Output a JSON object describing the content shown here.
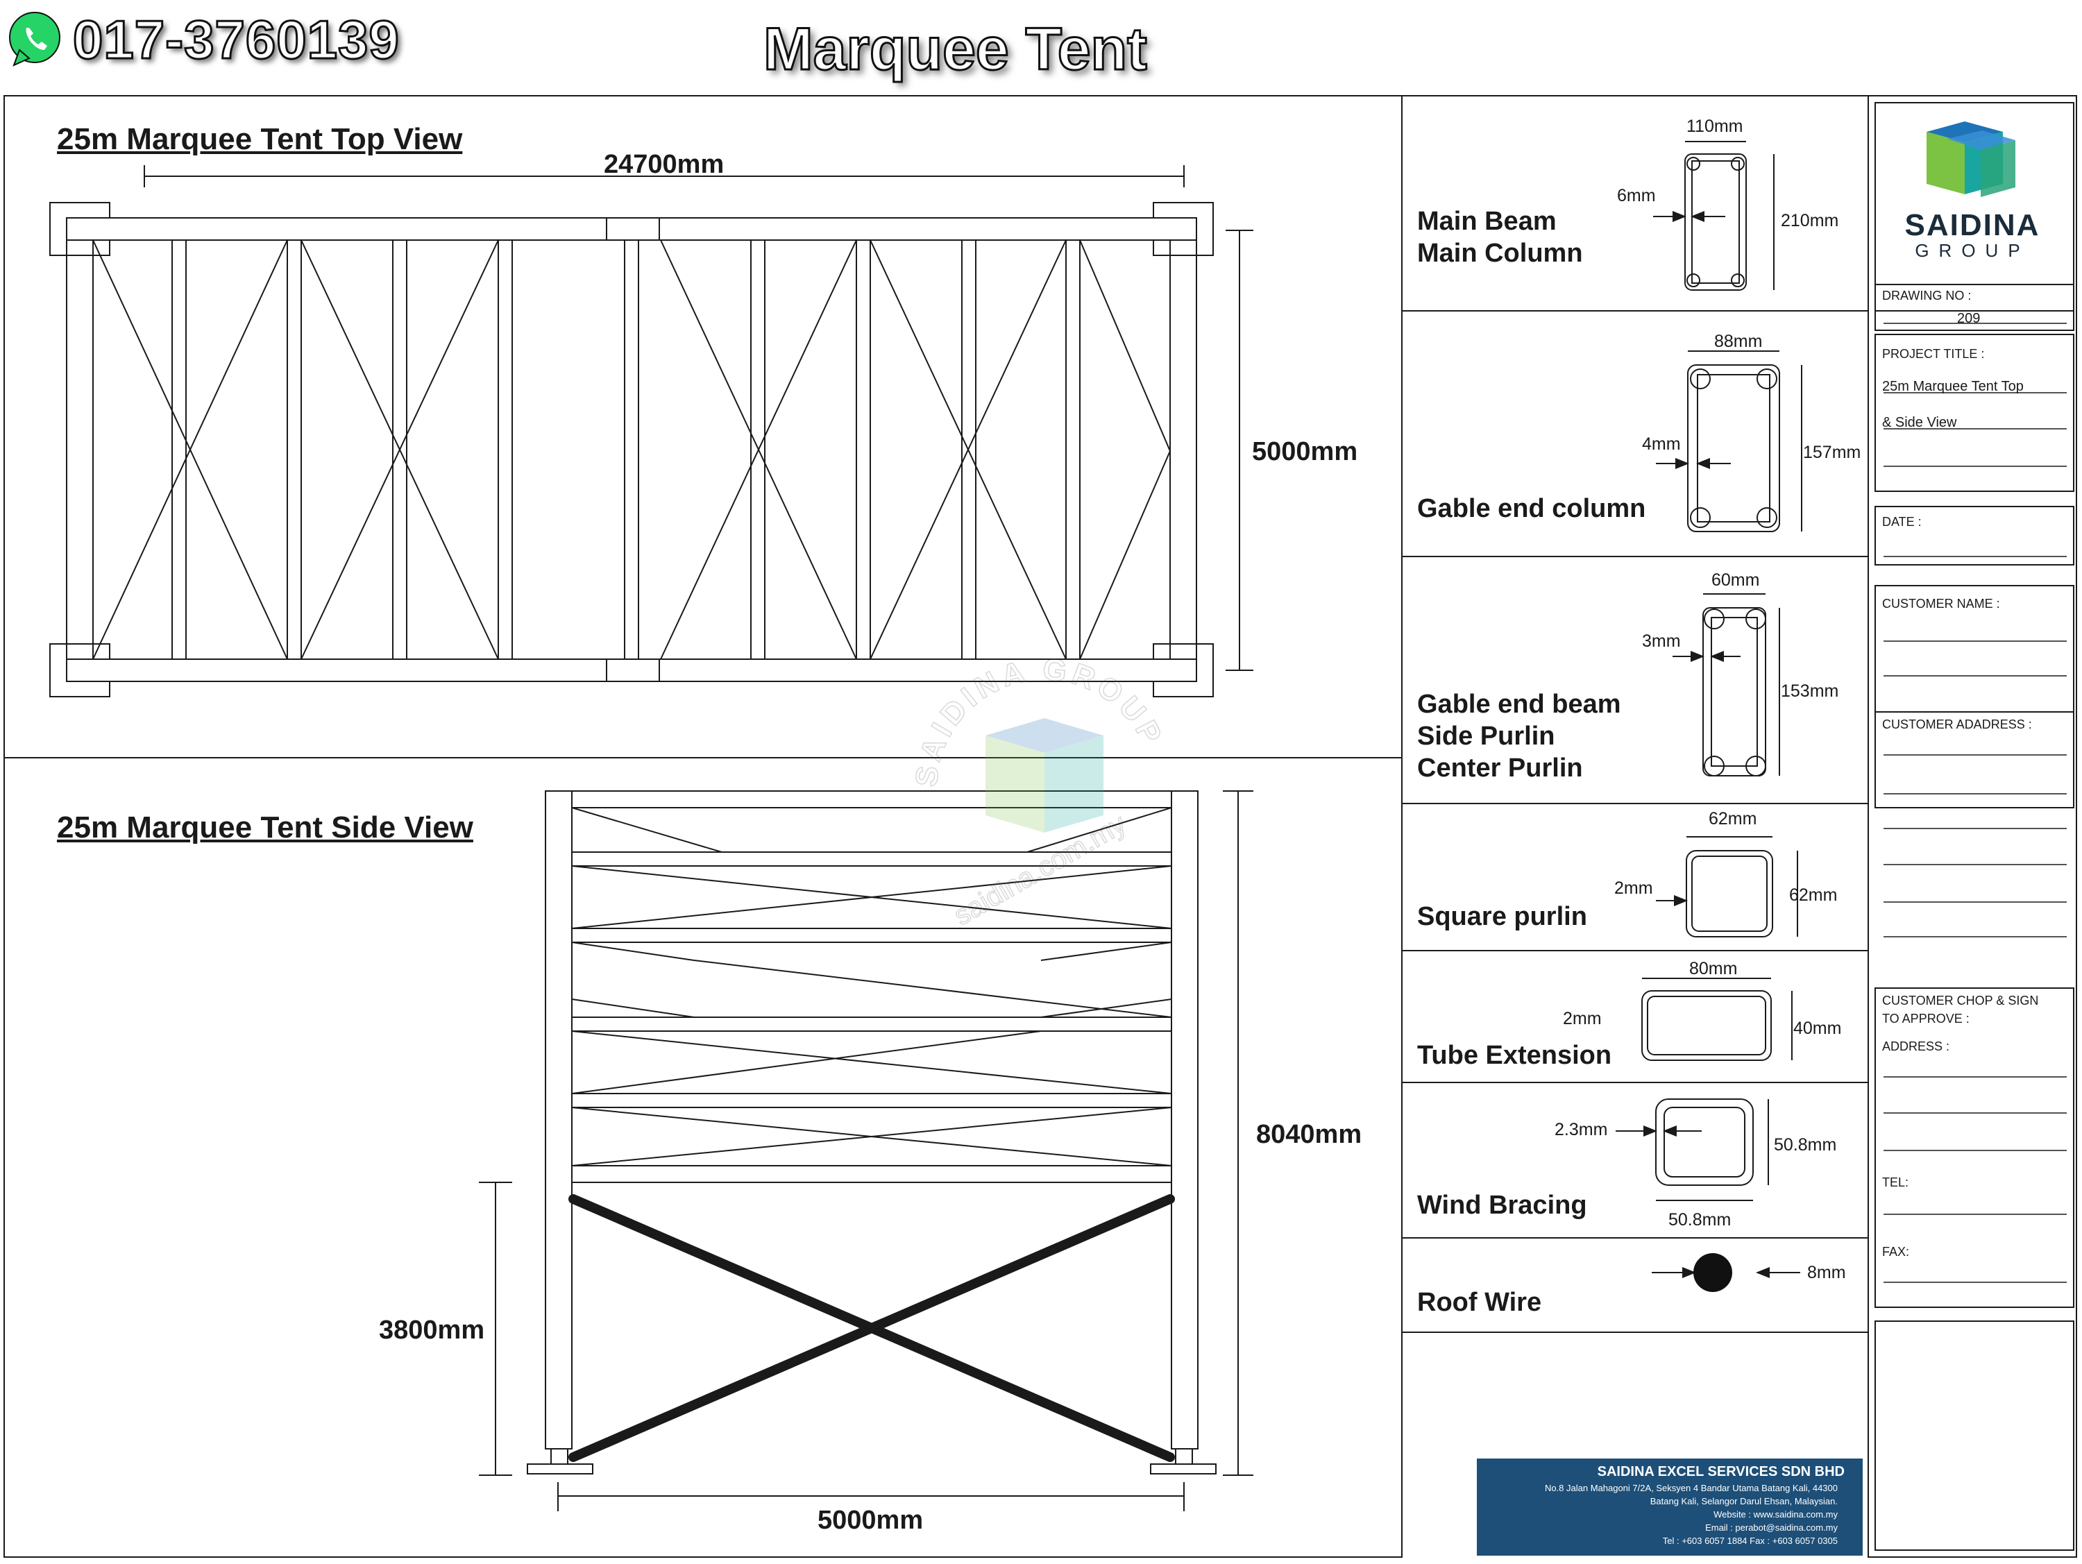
{
  "header": {
    "phone": "017-3760139",
    "title": "Marquee Tent"
  },
  "top_view": {
    "title": "25m Marquee Tent Top View",
    "length_dim": "24700mm",
    "width_dim": "5000mm"
  },
  "side_view": {
    "title": "25m Marquee Tent Side View",
    "height_dim": "8040mm",
    "column_dim": "3800mm",
    "width_dim": "5000mm"
  },
  "profiles": [
    {
      "label_lines": [
        "Main Beam",
        "Main Column"
      ],
      "dims": [
        "110mm",
        "6mm",
        "210mm"
      ]
    },
    {
      "label_lines": [
        "Gable end column"
      ],
      "dims": [
        "88mm",
        "4mm",
        "157mm"
      ]
    },
    {
      "label_lines": [
        "Gable end beam",
        "Side Purlin",
        "Center Purlin"
      ],
      "dims": [
        "60mm",
        "3mm",
        "153mm"
      ]
    },
    {
      "label_lines": [
        "Square purlin"
      ],
      "dims": [
        "62mm",
        "2mm",
        "62mm"
      ]
    },
    {
      "label_lines": [
        "Tube Extension"
      ],
      "dims": [
        "80mm",
        "2mm",
        "40mm"
      ]
    },
    {
      "label_lines": [
        "Wind Bracing"
      ],
      "dims": [
        "2.3mm",
        "50.8mm",
        "50.8mm"
      ]
    },
    {
      "label_lines": [
        "Roof Wire"
      ],
      "dims": [
        "8mm"
      ]
    }
  ],
  "title_block": {
    "logo_name": "SAIDINA",
    "logo_sub": "GROUP",
    "drawing_no_label": "DRAWING NO :",
    "drawing_no": "209",
    "project_title_label": "PROJECT TITLE :",
    "project_title_line1": "25m Marquee Tent Top",
    "project_title_line2": "& Side View",
    "date_label": "DATE :",
    "customer_name_label": "CUSTOMER NAME :",
    "customer_address_label": "CUSTOMER ADADRESS :",
    "chop_label_1": "CUSTOMER CHOP & SIGN",
    "chop_label_2": "TO APPROVE :",
    "address_label": "ADDRESS :",
    "tel_label": "TEL:",
    "fax_label": "FAX:"
  },
  "watermark": {
    "text_arc": "SAIDINA GROUP",
    "text_url": "saidina.com.my"
  },
  "footer": {
    "company": "SAIDINA EXCEL SERVICES SDN BHD",
    "address_1": "No.8 Jalan Mahagoni 7/2A, Seksyen 4 Bandar Utama Batang Kali, 44300",
    "address_2": "Batang Kali, Selangor Darul Ehsan, Malaysian.",
    "website": "Website : www.saidina.com.my",
    "email": "Email : perabot@saidina.com.my",
    "tel_fax": "Tel : +603 6057 1884   Fax : +603 6057 0305"
  },
  "colors": {
    "line": "#1a1a1a",
    "footer_bg": "#1d4f78",
    "whatsapp": "#25d366",
    "logo_blue": "#1f73b7",
    "logo_green": "#7cc243",
    "logo_teal": "#19a6a0"
  }
}
